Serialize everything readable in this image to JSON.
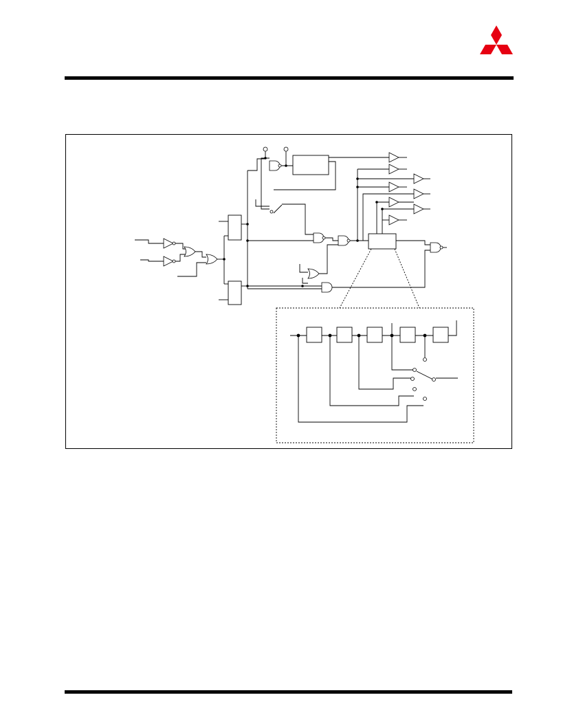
{
  "header": {
    "logo_icon": "three-diamond-logo-icon",
    "logo_color": "#e60012"
  },
  "diagram": {
    "type": "logic-schematic",
    "components": [
      "buffer-amplifier",
      "and-gate",
      "nand-gate",
      "or-gate",
      "nor-gate",
      "function-block",
      "shift-register-stage",
      "switch",
      "open-terminal"
    ],
    "detail_view": {
      "style": "dotted",
      "register_stages": 5
    }
  }
}
